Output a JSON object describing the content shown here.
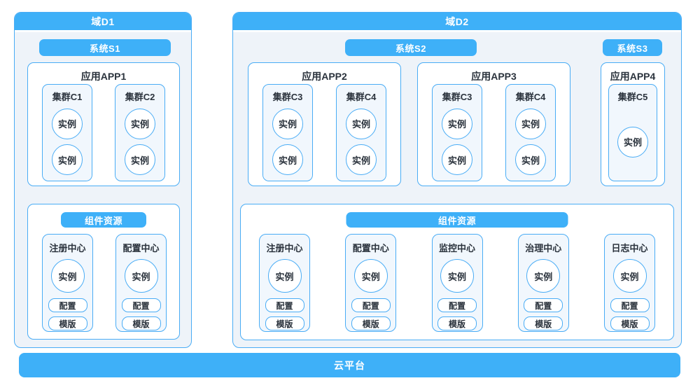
{
  "colors": {
    "accent": "#3EB0F8",
    "border": "#49ACF5",
    "domain_bg": "#EEF3F9",
    "card_bg": "#F1F7FD",
    "text_dark": "#2B333D"
  },
  "platform": {
    "label": "云平台"
  },
  "domains": [
    {
      "label": "域D1",
      "systems": [
        {
          "label": "系统S1"
        }
      ],
      "apps": [
        {
          "label": "应用APP1",
          "clusters": [
            {
              "label": "集群C1",
              "instances": [
                "实例",
                "实例"
              ]
            },
            {
              "label": "集群C2",
              "instances": [
                "实例",
                "实例"
              ]
            }
          ]
        }
      ],
      "components": {
        "label": "组件资源",
        "centers": [
          {
            "label": "注册中心",
            "instance": "实例",
            "config": "配置",
            "template": "模版"
          },
          {
            "label": "配置中心",
            "instance": "实例",
            "config": "配置",
            "template": "模版"
          }
        ]
      }
    },
    {
      "label": "域D2",
      "systems": [
        {
          "label": "系统S2"
        },
        {
          "label": "系统S3"
        }
      ],
      "apps": [
        {
          "label": "应用APP2",
          "clusters": [
            {
              "label": "集群C3",
              "instances": [
                "实例",
                "实例"
              ]
            },
            {
              "label": "集群C4",
              "instances": [
                "实例",
                "实例"
              ]
            }
          ]
        },
        {
          "label": "应用APP3",
          "clusters": [
            {
              "label": "集群C3",
              "instances": [
                "实例",
                "实例"
              ]
            },
            {
              "label": "集群C4",
              "instances": [
                "实例",
                "实例"
              ]
            }
          ]
        },
        {
          "label": "应用APP4",
          "clusters": [
            {
              "label": "集群C5",
              "instances": [
                "实例"
              ]
            }
          ]
        }
      ],
      "components": {
        "label": "组件资源",
        "centers": [
          {
            "label": "注册中心",
            "instance": "实例",
            "config": "配置",
            "template": "模版"
          },
          {
            "label": "配置中心",
            "instance": "实例",
            "config": "配置",
            "template": "模版"
          },
          {
            "label": "监控中心",
            "instance": "实例",
            "config": "配置",
            "template": "模版"
          },
          {
            "label": "治理中心",
            "instance": "实例",
            "config": "配置",
            "template": "模版"
          },
          {
            "label": "日志中心",
            "instance": "实例",
            "config": "配置",
            "template": "模版"
          }
        ]
      }
    }
  ]
}
